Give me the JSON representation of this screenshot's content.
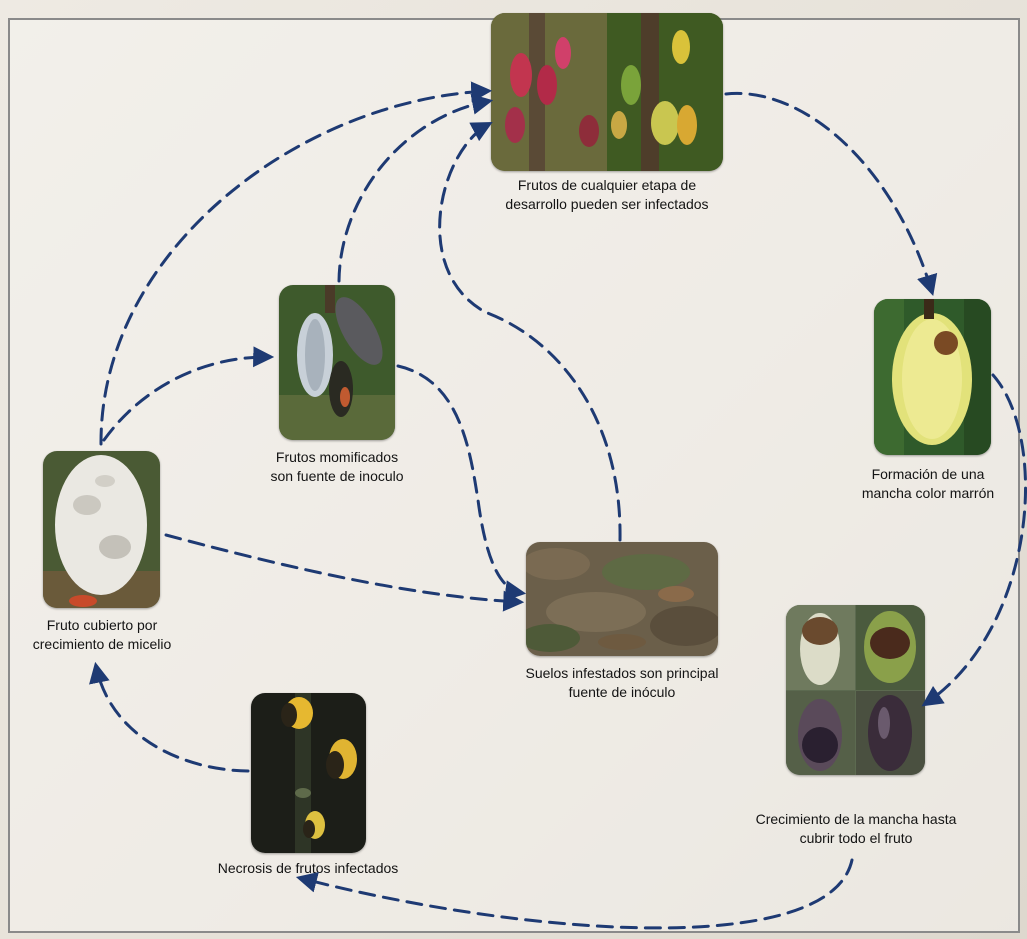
{
  "diagram": {
    "nodes": [
      {
        "id": "n1",
        "photo": "cacao-pods-various-stages-photo",
        "lines": [
          "Frutos de cualquier etapa de",
          "desarrollo pueden ser infectados"
        ]
      },
      {
        "id": "n2",
        "photo": "yellow-pod-brown-spot-photo",
        "lines": [
          "Formación de una",
          "mancha color marrón"
        ]
      },
      {
        "id": "n3",
        "photo": "pods-spot-growth-photo",
        "lines": [
          "Crecimiento de la mancha hasta",
          "cubrir todo el fruto"
        ]
      },
      {
        "id": "n4",
        "photo": "soil-litter-photo",
        "lines": [
          "Suelos infestados son principal",
          "fuente de inóculo"
        ]
      },
      {
        "id": "n5",
        "photo": "necrotic-pods-photo",
        "lines": [
          "Necrosis de frutos infectados"
        ]
      },
      {
        "id": "n6",
        "photo": "mycelium-pod-photo",
        "lines": [
          "Fruto cubierto por",
          "crecimiento de micelio"
        ]
      },
      {
        "id": "n7",
        "photo": "mummified-pods-photo",
        "lines": [
          "Frutos momificados",
          "son fuente de inoculo"
        ]
      }
    ],
    "edges": [
      {
        "from": "n1",
        "to": "n2"
      },
      {
        "from": "n2",
        "to": "n3"
      },
      {
        "from": "n3",
        "to": "n5"
      },
      {
        "from": "n5",
        "to": "n6"
      },
      {
        "from": "n6",
        "to": "n7"
      },
      {
        "from": "n6",
        "to": "n1"
      },
      {
        "from": "n6",
        "to": "n4"
      },
      {
        "from": "n7",
        "to": "n1"
      },
      {
        "from": "n7",
        "to": "n4"
      },
      {
        "from": "n4",
        "to": "n1"
      }
    ],
    "colors": {
      "arrow": "#1e3a73",
      "text": "#141414"
    }
  }
}
